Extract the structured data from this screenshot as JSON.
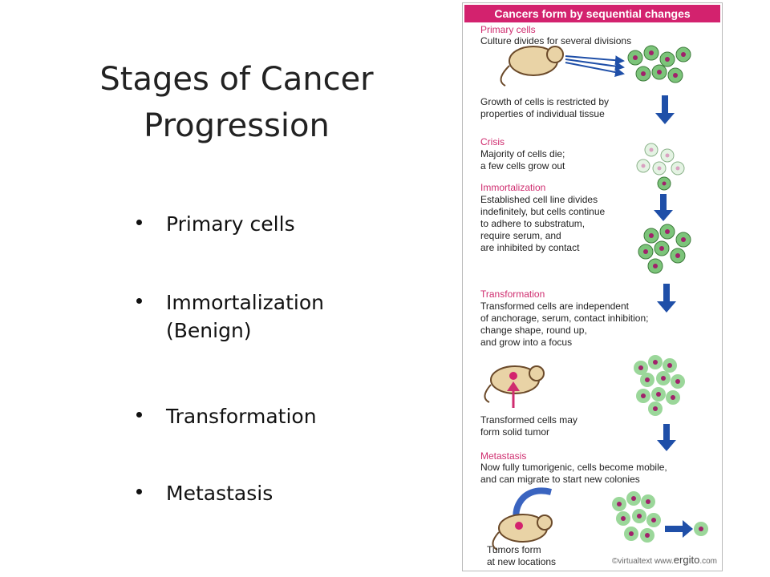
{
  "slide": {
    "title_line1": "Stages of Cancer",
    "title_line2": "Progression",
    "bullets": [
      "Primary cells",
      "Immortalization (Benign)",
      "Transformation",
      "Metastasis"
    ]
  },
  "figure": {
    "header": "Cancers form by sequential changes",
    "stages": {
      "primary": {
        "heading": "Primary cells",
        "text": "Culture divides for several divisions"
      },
      "growth": {
        "text": "Growth of cells is restricted by\nproperties of individual tissue"
      },
      "crisis": {
        "heading": "Crisis",
        "text": "Majority of cells die;\na few cells grow out"
      },
      "immortalization": {
        "heading": "Immortalization",
        "text": "Established cell line divides\nindefinitely, but cells continue\nto adhere to substratum,\nrequire serum, and\nare inhibited by contact"
      },
      "transformation": {
        "heading": "Transformation",
        "text": "Transformed cells are independent\nof anchorage, serum, contact inhibition;\nchange shape, round up,\nand grow into a focus"
      },
      "solid_tumor": {
        "text": "Transformed cells may\nform solid tumor"
      },
      "metastasis": {
        "heading": "Metastasis",
        "text": "Now fully tumorigenic, cells become mobile,\nand can migrate to start new colonies"
      },
      "tumors_form": {
        "text": "Tumors form\nat new locations"
      }
    },
    "credit_left": "©virtualtext",
    "credit_www": "www.",
    "credit_brand": "ergito",
    "credit_domain": ".com"
  },
  "colors": {
    "header": "#d3226e",
    "stage_heading": "#cf2d6f",
    "arrow": "#1f4fa8",
    "cell_green": "#7cc47a",
    "nucleus": "#a0226b"
  }
}
